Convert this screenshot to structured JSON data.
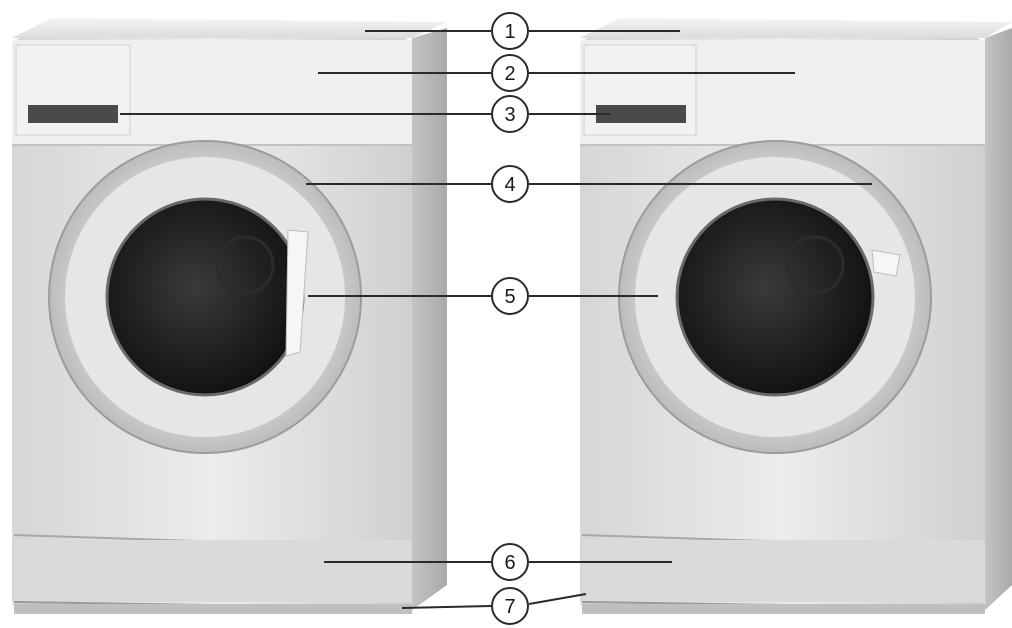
{
  "figure": {
    "machines": [
      {
        "name": "washer-left"
      },
      {
        "name": "washer-right"
      }
    ],
    "callouts": [
      {
        "number": "1",
        "name": "callout-1"
      },
      {
        "number": "2",
        "name": "callout-2"
      },
      {
        "number": "3",
        "name": "callout-3"
      },
      {
        "number": "4",
        "name": "callout-4"
      },
      {
        "number": "5",
        "name": "callout-5"
      },
      {
        "number": "6",
        "name": "callout-6"
      },
      {
        "number": "7",
        "name": "callout-7"
      }
    ],
    "colors": {
      "body": "#e2e2e2",
      "body_shade": "#c9c9c9",
      "side": "#bdbdbd",
      "drum": "#1c1c1c",
      "leader": "#2a2a2a"
    }
  }
}
